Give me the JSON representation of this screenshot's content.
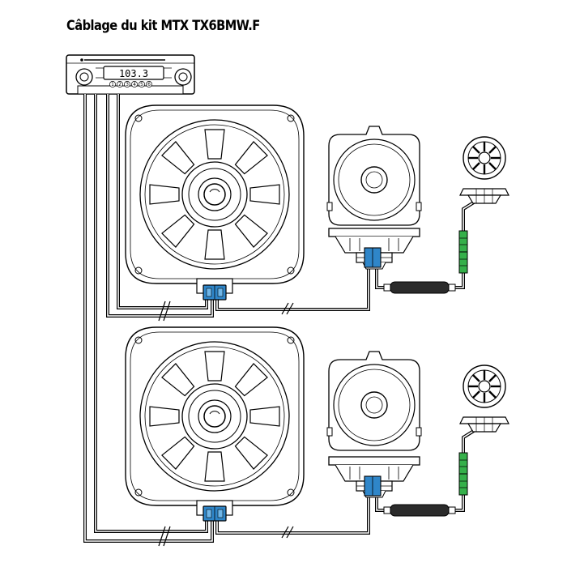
{
  "title": "Câblage du kit MTX TX6BMW.F",
  "radio": {
    "display": "103.3",
    "presets": [
      "1",
      "2",
      "3",
      "4",
      "5",
      "6"
    ]
  },
  "colors": {
    "line": "#000000",
    "connector_blue": "#2f86c9",
    "connector_green": "#35b04a",
    "filter_dark": "#2b2b2b"
  },
  "icons": [
    "head-unit-icon",
    "woofer-icon",
    "midrange-speaker-icon",
    "tweeter-icon",
    "crossover-filter-icon",
    "connector-icon"
  ]
}
